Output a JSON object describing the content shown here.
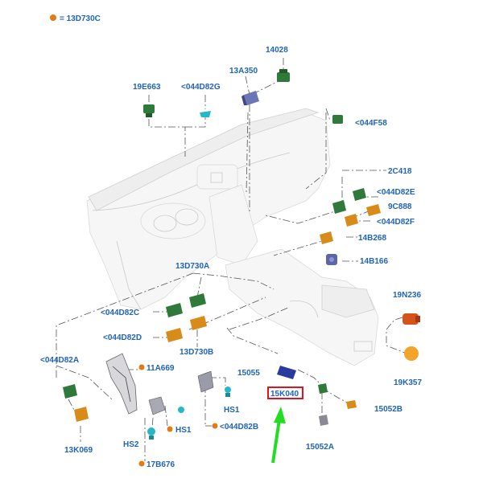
{
  "legend": {
    "code": "13D730C"
  },
  "labels": {
    "l14028": "14028",
    "l13A350": "13A350",
    "l19E663": "19E663",
    "l044D82G": "<044D82G",
    "l044F58": "<044F58",
    "l2C418": "2C418",
    "l044D82E": "<044D82E",
    "l9C888": "9C888",
    "l044D82F": "<044D82F",
    "l14B268": "14B268",
    "l14B166": "14B166",
    "l13D730A": "13D730A",
    "l044D82C": "<044D82C",
    "l044D82D": "<044D82D",
    "l13D730B": "13D730B",
    "l19N236": "19N236",
    "l19K357": "19K357",
    "l15055": "15055",
    "l15K040": "15K040",
    "l15052B": "15052B",
    "l15052A": "15052A",
    "l044D82A": "<044D82A",
    "l11A669": "11A669",
    "l13K069": "13K069",
    "lHS1a": "HS1",
    "lHS1b": "HS1",
    "l044D82B": "<044D82B",
    "lHS2": "HS2",
    "l17B676": "17B676"
  },
  "colors": {
    "label": "#1f63b8",
    "legend_dot": "#e07b16",
    "highlight_box": "#e0141e",
    "arrow": "#22dd22",
    "connector_green": "#2f7a3a",
    "connector_orange": "#d98b1a",
    "connector_blue": "#4a55a8",
    "connector_cyan": "#28b7c9"
  }
}
